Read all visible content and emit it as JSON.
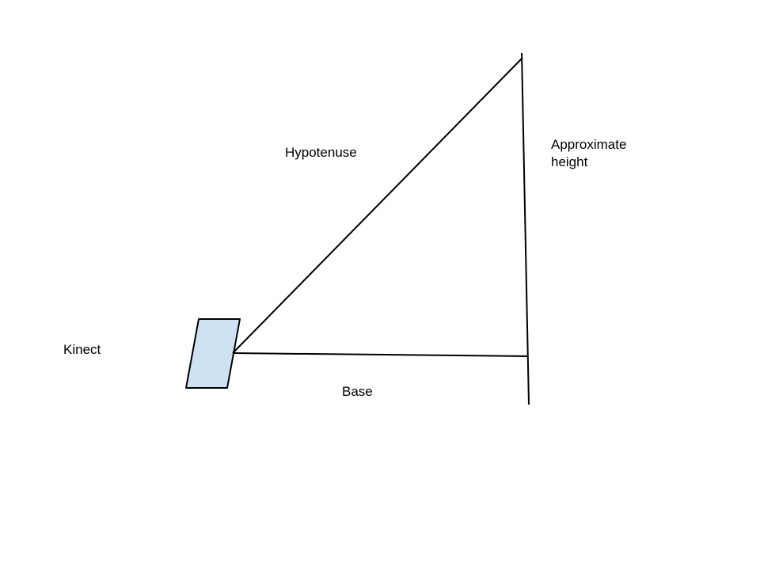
{
  "labels": {
    "kinect": "Kinect",
    "hypotenuse": "Hypotenuse",
    "base": "Base",
    "height_line1": "Approximate",
    "height_line2": "height"
  },
  "colors": {
    "kinect_fill": "#cfe2f3",
    "stroke": "#000000",
    "background": "#ffffff"
  }
}
